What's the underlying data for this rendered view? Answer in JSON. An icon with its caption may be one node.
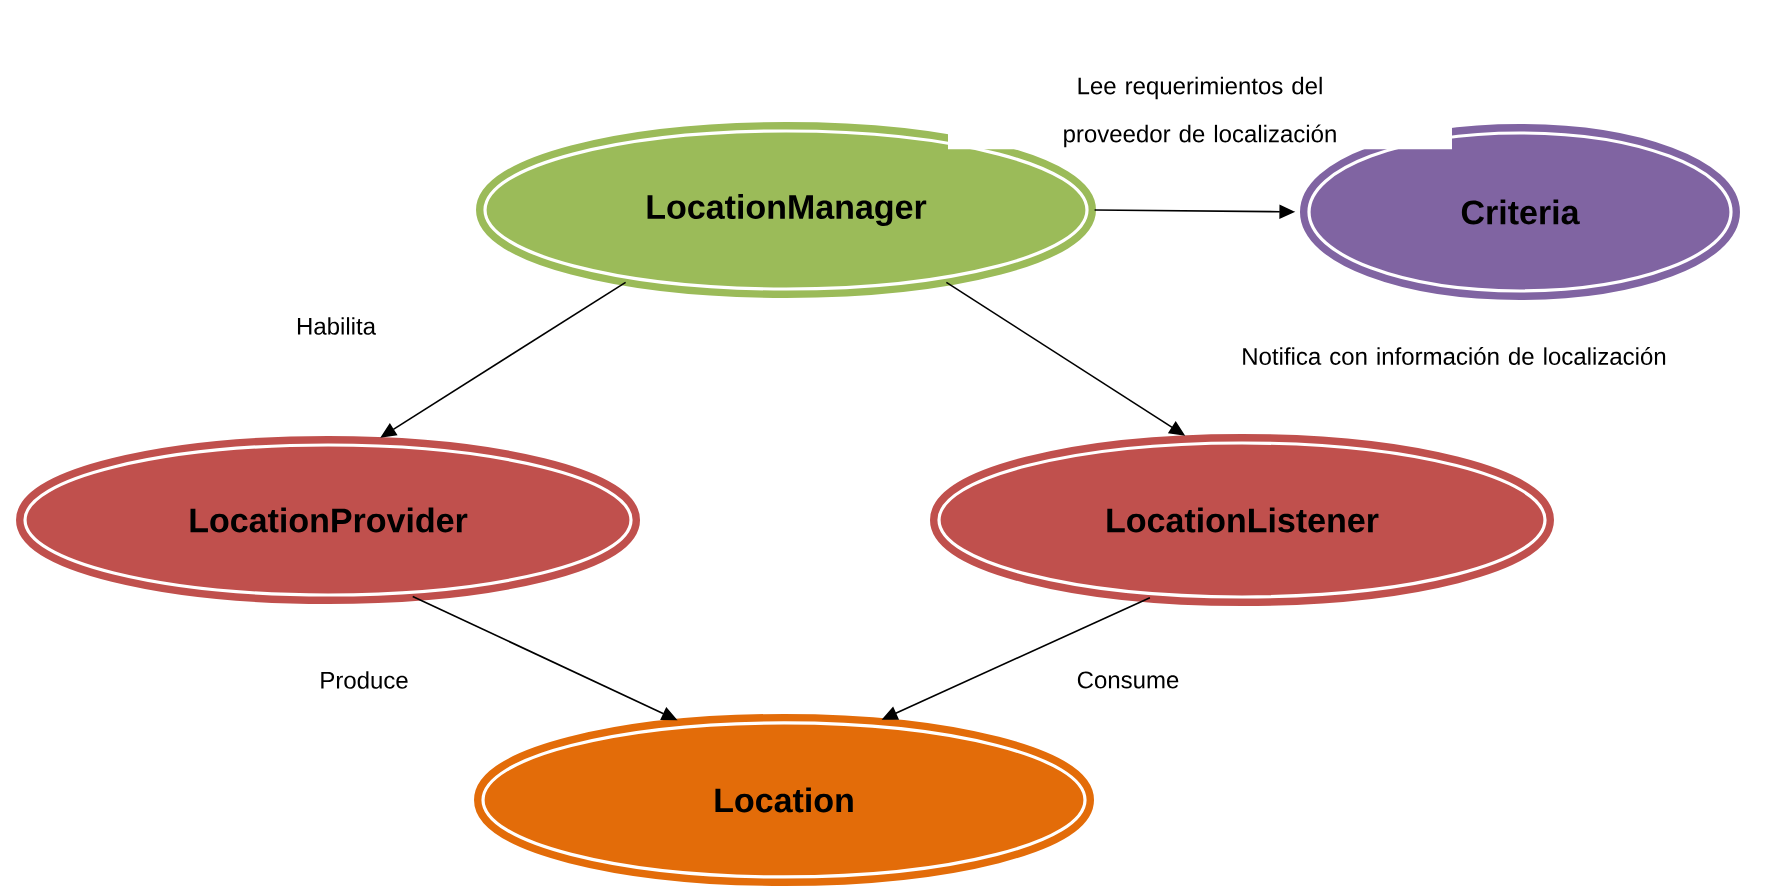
{
  "diagram": {
    "nodes": [
      {
        "text": [
          "LocationManager"
        ]
      },
      {
        "text": [
          "Criteria"
        ]
      },
      {
        "text": [
          "LocationProvider"
        ]
      },
      {
        "text": [
          "LocationListener"
        ]
      },
      {
        "text": [
          "Location"
        ]
      }
    ],
    "edges": [
      {
        "from": 0,
        "to": 1,
        "arrow": "to",
        "label": "Lee requerimientos del proveedor de localización"
      },
      {
        "from": 0,
        "to": 2,
        "arrow": "to",
        "label": "Habilita"
      },
      {
        "from": 0,
        "to": 3,
        "arrow": "to",
        "label": "Notifica con información de localización"
      },
      {
        "from": 2,
        "to": 4,
        "arrow": "to",
        "label": "Produce"
      },
      {
        "from": 3,
        "to": 4,
        "arrow": "to",
        "label": "Consume"
      }
    ]
  }
}
